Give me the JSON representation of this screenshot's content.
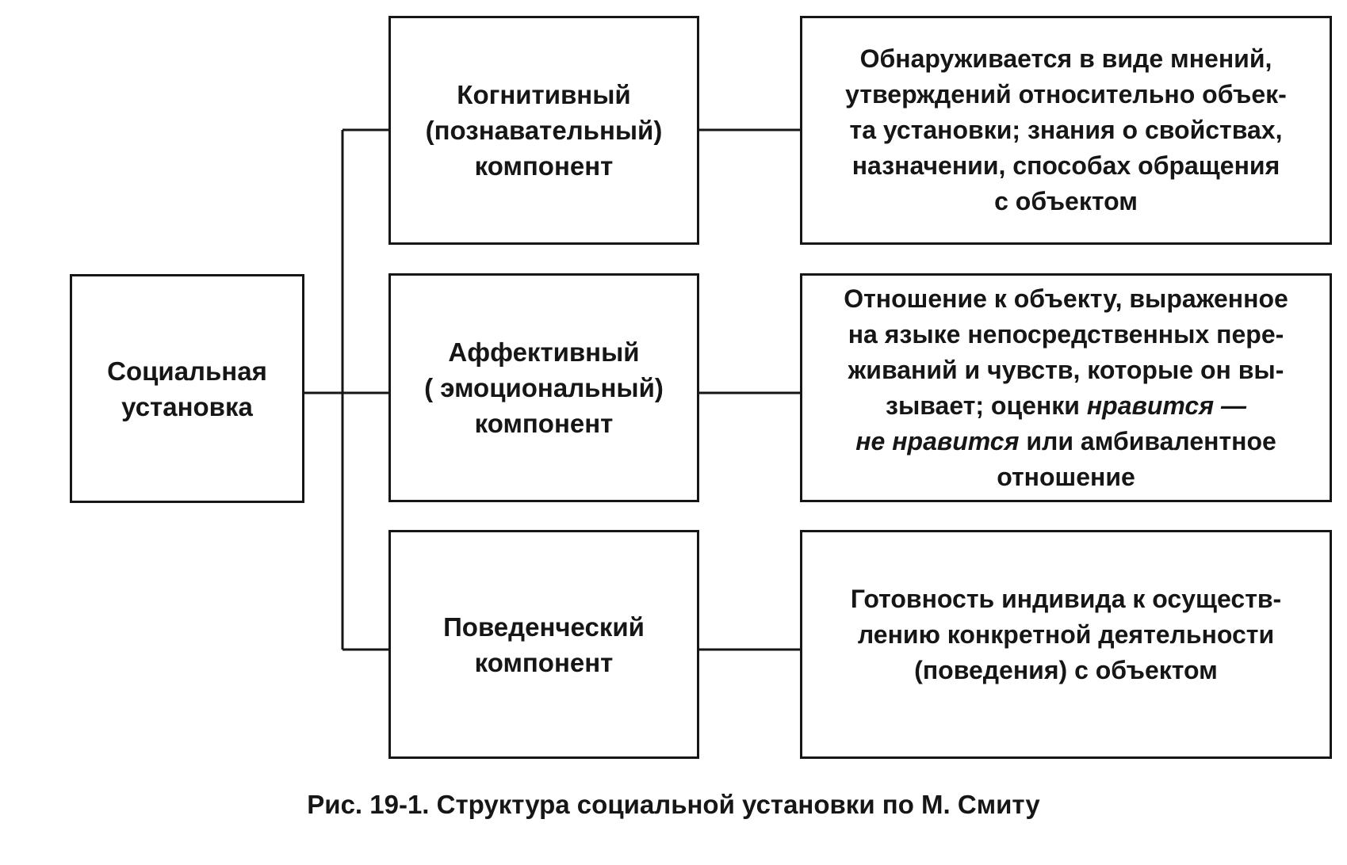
{
  "root": {
    "lines": [
      "Социальная",
      "установка"
    ]
  },
  "components": [
    {
      "lines": [
        "Когнитивный",
        "(познавательный)",
        "компонент"
      ]
    },
    {
      "lines": [
        "Аффективный",
        "( эмоциональный)",
        "компонент"
      ]
    },
    {
      "lines": [
        "Поведенческий",
        "компонент"
      ]
    }
  ],
  "descriptions": [
    {
      "lines": [
        "Обнаруживается в виде мнений,",
        "утверждений относительно объек-",
        "та установки; знания о свойствах,",
        "назначении, способах обращения",
        "с объектом"
      ]
    },
    {
      "lines": [
        "Отношение к объекту, выраженное",
        "на языке непосредственных пере-",
        "живаний и чувств, которые он вы-"
      ],
      "line4_plain": "зывает; оценки ",
      "line4_italic": "нравится —",
      "line5_italic": "не нравится",
      "line5_plain": " или амбивалентное",
      "line6": "отношение"
    },
    {
      "lines": [
        "Готовность индивида к осуществ-",
        "лению конкретной деятельности",
        "(поведения) с объектом"
      ]
    }
  ],
  "caption": "Рис. 19-1. Структура социальной установки по М. Смиту"
}
